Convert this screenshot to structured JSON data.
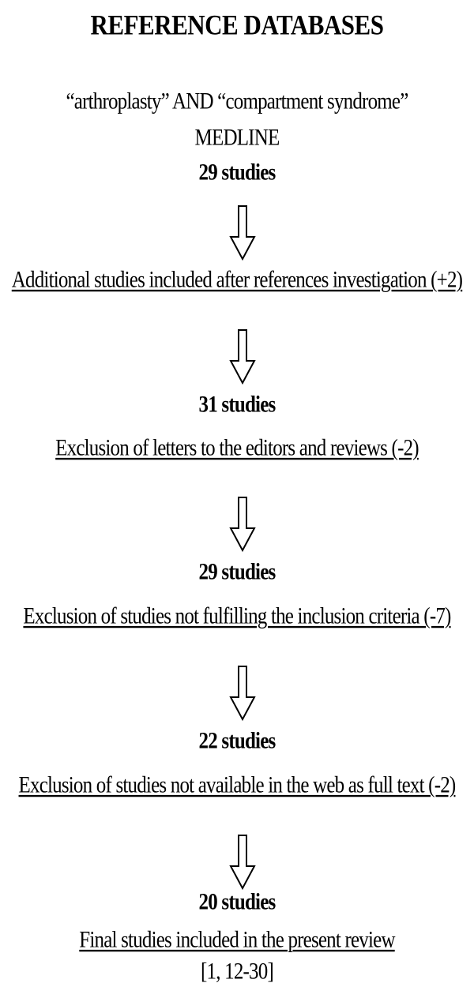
{
  "title": "REFERENCE DATABASES",
  "search": {
    "query": "“arthroplasty” AND “compartment syndrome”",
    "database": "MEDLINE",
    "count": "29 studies"
  },
  "steps": [
    {
      "text": "Additional studies included after references investigation (+2)"
    },
    {
      "count": "31 studies",
      "text": "Exclusion of letters to the editors and reviews (-2)"
    },
    {
      "count": "29 studies",
      "text": "Exclusion of studies not fulfilling the inclusion criteria (-7)"
    },
    {
      "count": "22 studies",
      "text": "Exclusion of studies not available in the web as full text (-2)"
    },
    {
      "count": "20 studies",
      "text": "Final studies included in the present review"
    }
  ],
  "references": "[1, 12-30]"
}
